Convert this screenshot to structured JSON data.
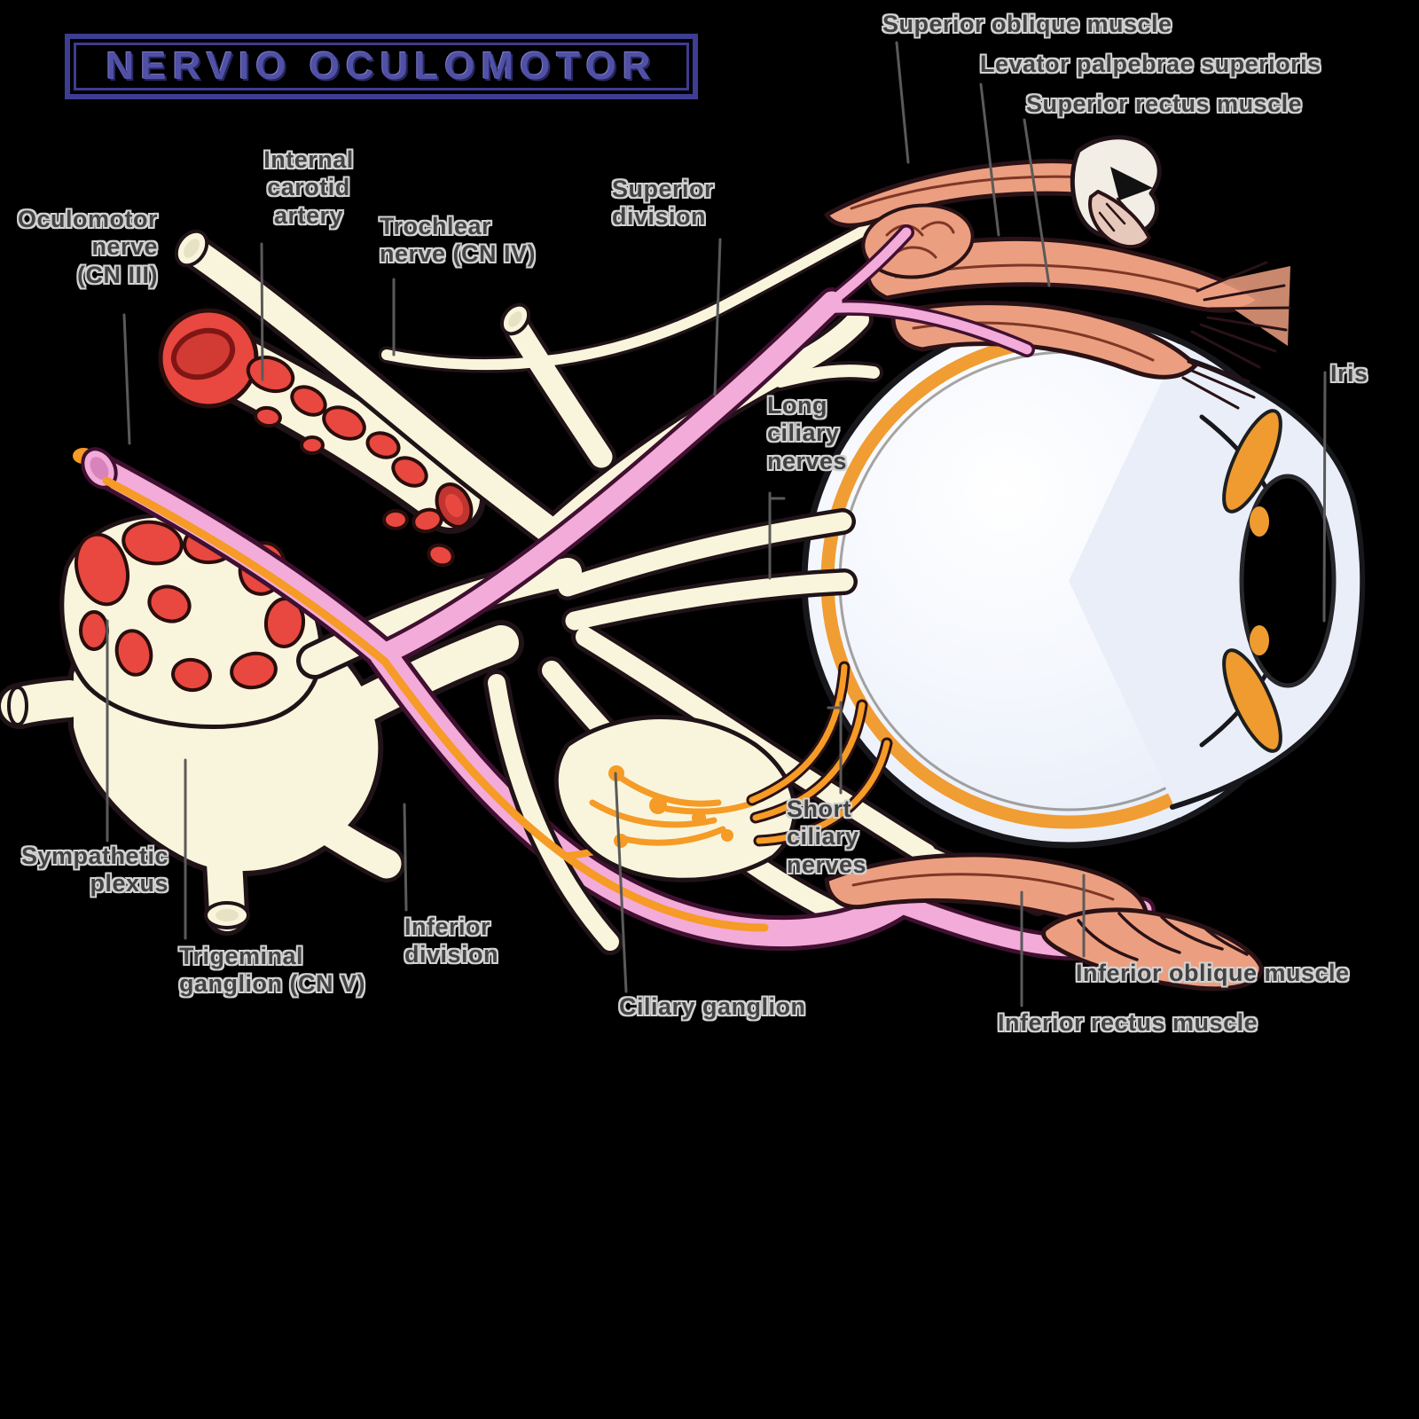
{
  "title": "NERVIO OCULOMOTOR",
  "labels": {
    "superior_oblique_muscle": "Superior oblique muscle",
    "levator_palpebrae": "Levator palpebrae superioris",
    "superior_rectus_muscle": "Superior rectus muscle",
    "oculomotor_nerve": "Oculomotor\nnerve\n(CN III)",
    "internal_carotid_artery": "Internal\ncarotid\nartery",
    "trochlear_nerve": "Trochlear\nnerve (CN IV)",
    "superior_division": "Superior\ndivision",
    "long_ciliary_nerves": "Long\nciliary\nnerves",
    "iris": "Iris",
    "sympathetic_plexus": "Sympathetic\nplexus",
    "trigeminal_ganglion": "Trigeminal\nganglion (CN V)",
    "inferior_division": "Inferior\ndivision",
    "ciliary_ganglion": "Ciliary ganglion",
    "short_ciliary_nerves": "Short\nciliary\nnerves",
    "inferior_oblique_muscle": "Inferior oblique muscle",
    "inferior_rectus_muscle": "Inferior rectus muscle"
  },
  "colors": {
    "background": "#000000",
    "title_navy": "#3d3d92",
    "label_text": "#424242",
    "nerve_cream": "#f9f5dc",
    "outline_dark": "#201318",
    "oculomotor_pink": "#f3abd9",
    "parasympathetic_orange": "#f59b26",
    "muscle_salmon": "#ec9f80",
    "artery_red": "#e8483f",
    "eye_sclera": "#e9eef8",
    "eye_choroid_orange": "#f09d33"
  }
}
